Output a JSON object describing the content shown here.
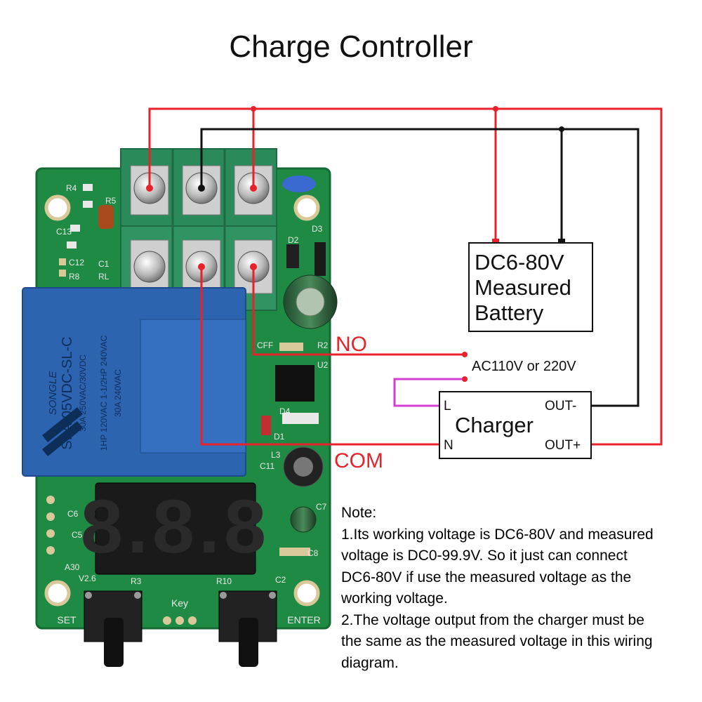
{
  "title": "Charge Controller",
  "battery_box": {
    "line1": "DC6-80V",
    "line2": "Measured",
    "line3": "Battery"
  },
  "charger_box": {
    "title": "Charger",
    "pin_l": "L",
    "pin_n": "N",
    "out_neg": "OUT-",
    "out_pos": "OUT+"
  },
  "labels": {
    "no": "NO",
    "com": "COM",
    "ac": "AC110V or 220V"
  },
  "board": {
    "relay_brand": "SONGLE",
    "relay_model": "SLA-05VDC-SL-C",
    "relay_rating1": "30A  250VAC/30VDC",
    "relay_rating2": "1HP 120VAC  1-1/2HP 240VAC",
    "relay_rating3": "30A 240VAC",
    "display": "8.8.8",
    "btn_set": "SET",
    "btn_enter": "ENTER",
    "key": "Key",
    "silk_r4": "R4",
    "silk_r5": "R5",
    "silk_c13": "C13",
    "silk_c12": "C12",
    "silk_c1": "C1",
    "silk_r8": "R8",
    "silk_rl": "RL",
    "silk_d3": "D3",
    "silk_d2": "D2",
    "silk_r2": "R2",
    "silk_u2": "U2",
    "silk_d4": "D4",
    "silk_d1": "D1",
    "silk_l3": "L3",
    "silk_c11": "C11",
    "silk_c7": "C7",
    "silk_c8": "C8",
    "silk_c2": "C2",
    "silk_r10": "R10",
    "silk_r3": "R3",
    "silk_v26": "V2.6",
    "silk_a30": "A30",
    "silk_c5": "C5",
    "silk_c6": "C6",
    "silk_cff": "CFF"
  },
  "note": {
    "heading": "Note:",
    "p1": "1.Its working voltage is DC6-80V and measured\nvoltage is DC0-99.9V. So it just can connect\nDC6-80V if use the measured voltage as the\nworking voltage.",
    "p2": "2.The voltage output from the charger must be\nthe same as the measured voltage in this wiring\ndiagram."
  },
  "colors": {
    "wire_red": "#e8222a",
    "wire_black": "#111111",
    "wire_magenta": "#d43fd2",
    "label_red": "#e8222a",
    "pcb_green": "#1f8a44",
    "terminal_green": "#2a8a5a",
    "relay_blue": "#2d64b0"
  }
}
